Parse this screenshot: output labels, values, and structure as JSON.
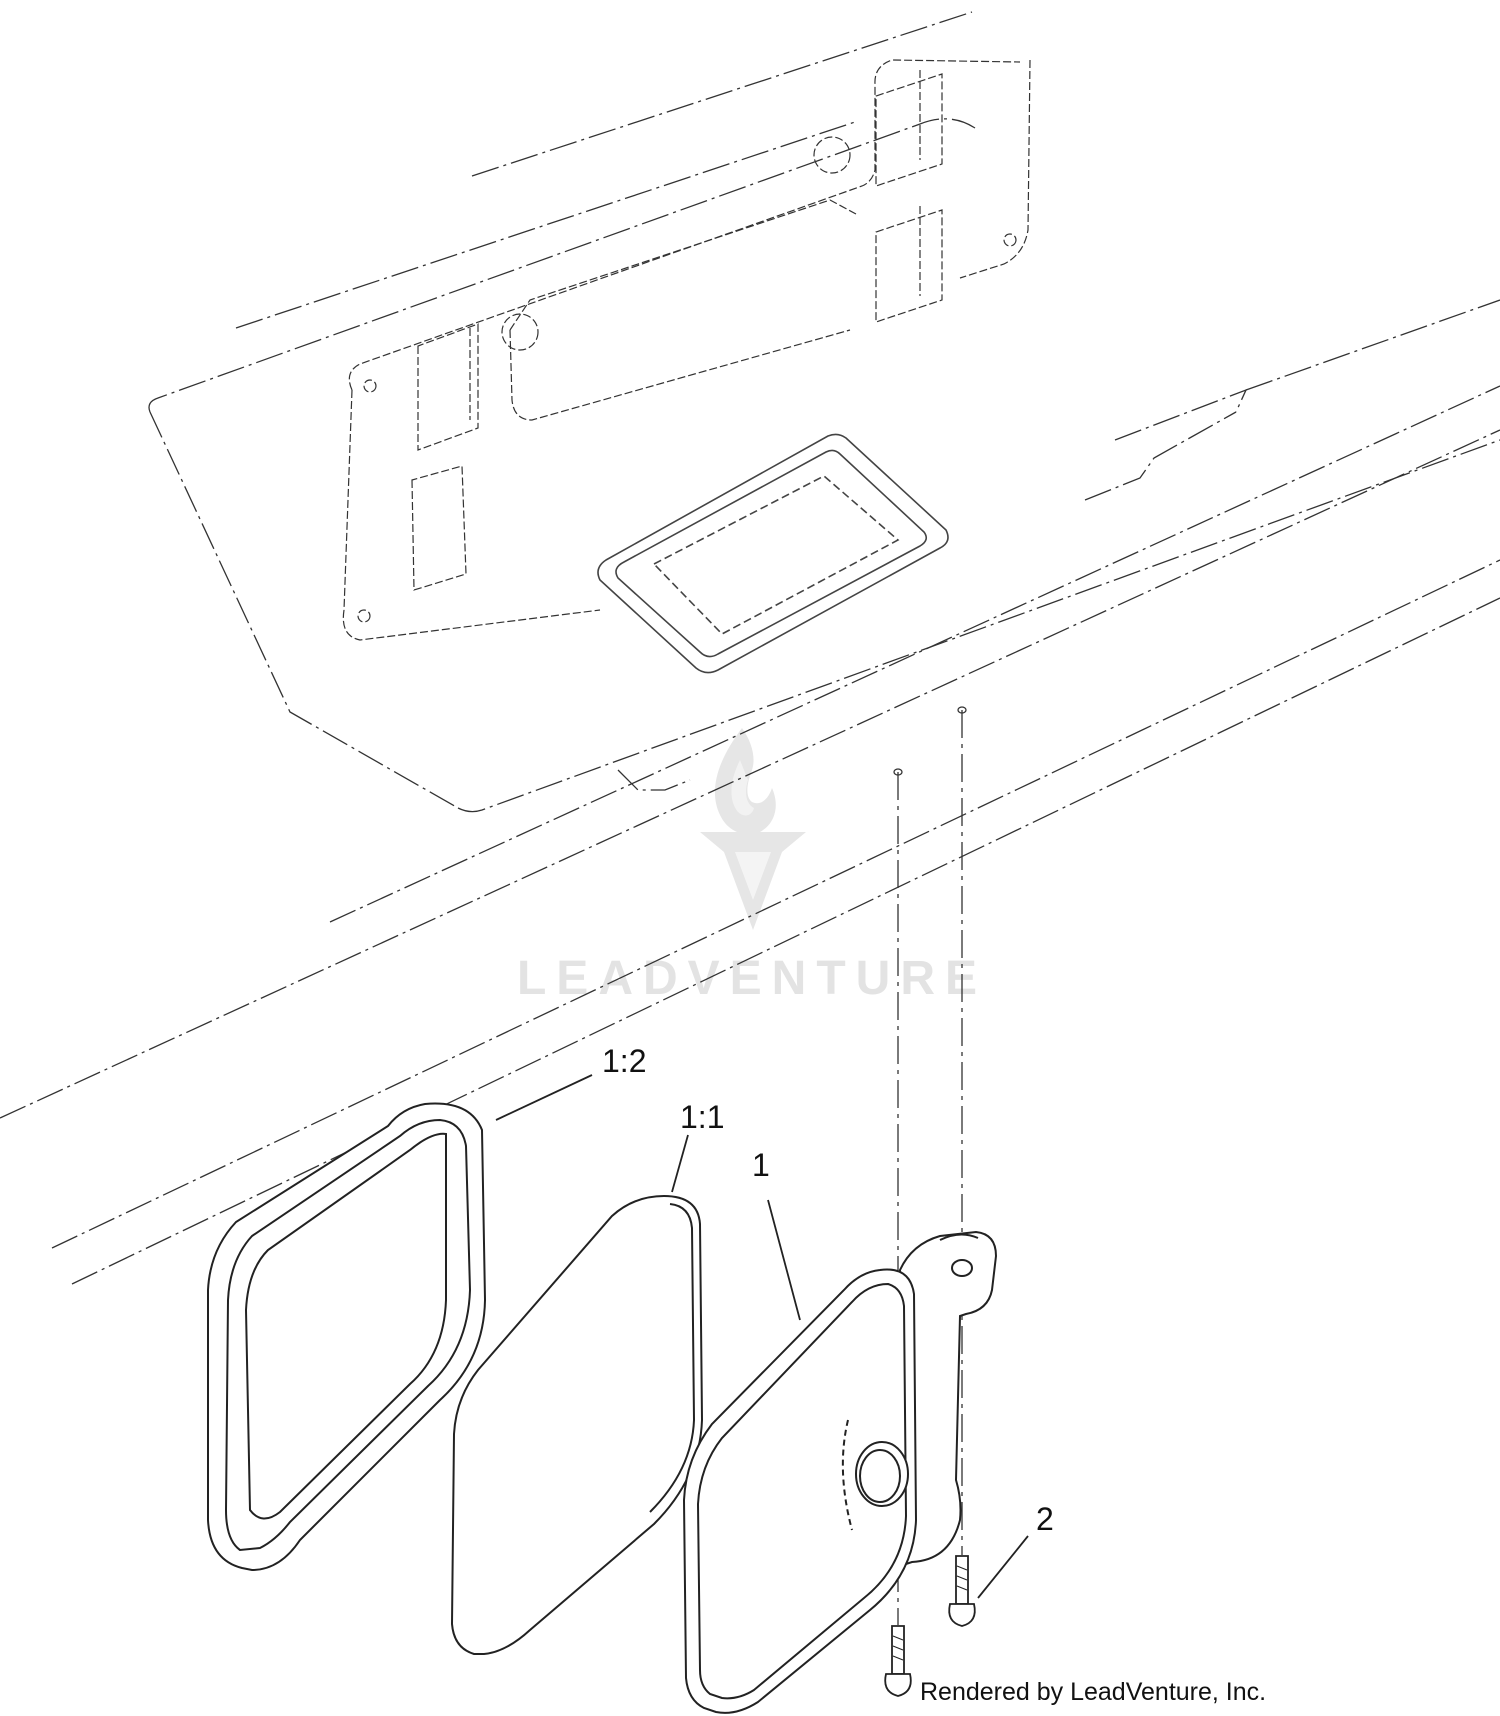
{
  "callouts": {
    "part_1_2": "1:2",
    "part_1_1": "1:1",
    "part_1": "1",
    "part_2": "2"
  },
  "watermark": {
    "text": "LEADVENTURE"
  },
  "credit": {
    "text": "Rendered by LeadVenture, Inc."
  },
  "colors": {
    "line": "#222222",
    "watermark": "#e3e3e3"
  }
}
